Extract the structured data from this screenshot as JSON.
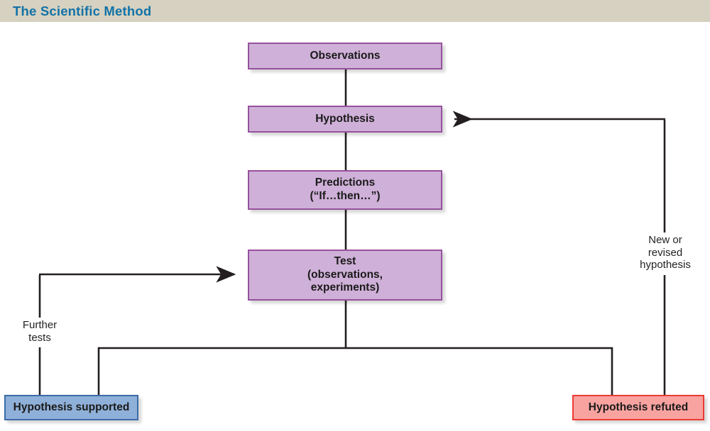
{
  "header": {
    "title": "The Scientific Method",
    "bar_color": "#d6d1c0",
    "title_color": "#1272a8"
  },
  "diagram": {
    "type": "flowchart",
    "nodes": [
      {
        "id": "observations",
        "label": "Observations",
        "style": "purple",
        "fill": "#cfb0d8",
        "stroke": "#96519e"
      },
      {
        "id": "hypothesis",
        "label": "Hypothesis",
        "style": "purple",
        "fill": "#cfb0d8",
        "stroke": "#96519e"
      },
      {
        "id": "predictions",
        "label_line1": "Predictions",
        "label_line2": "(“If…then…”)",
        "style": "purple",
        "fill": "#cfb0d8",
        "stroke": "#96519e"
      },
      {
        "id": "test",
        "label_line1": "Test",
        "label_line2": "(observations,",
        "label_line3": "experiments)",
        "style": "purple",
        "fill": "#cfb0d8",
        "stroke": "#96519e"
      },
      {
        "id": "supported",
        "label": "Hypothesis supported",
        "style": "blue",
        "fill": "#8fb0d8",
        "stroke": "#3c6ca8"
      },
      {
        "id": "refuted",
        "label": "Hypothesis refuted",
        "style": "red",
        "fill": "#f8a3a0",
        "stroke": "#ea3b33"
      }
    ],
    "edge_labels": [
      {
        "id": "further-tests",
        "text": "Further\ntests"
      },
      {
        "id": "new-revised",
        "text": "New or\nrevised\nhypothesis"
      }
    ],
    "line_color": "#231f20"
  }
}
